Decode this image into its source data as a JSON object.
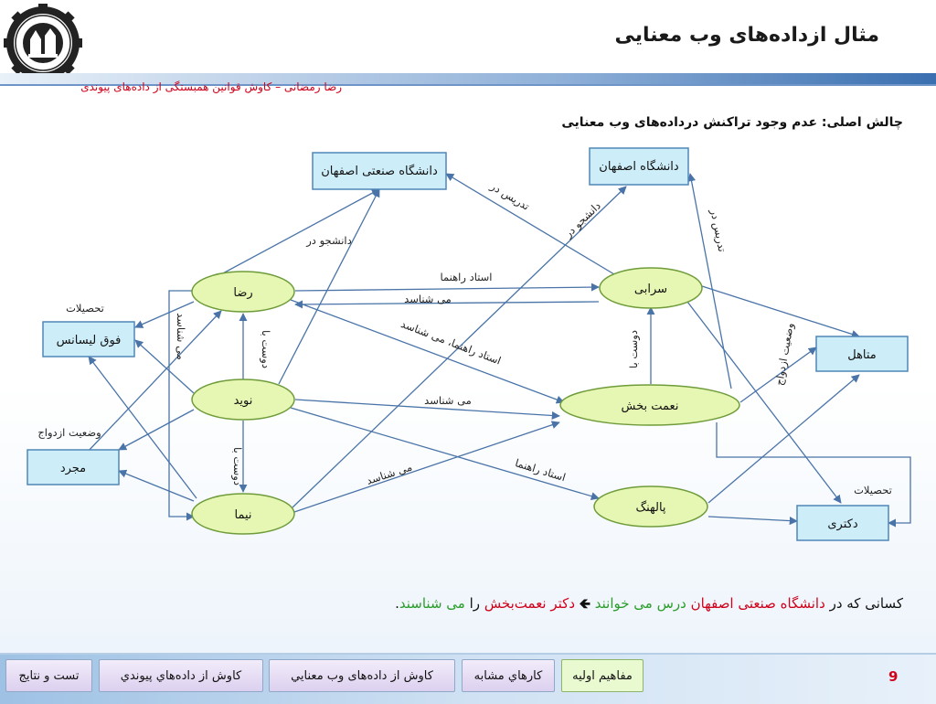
{
  "header": {
    "title": "مثال ازداده‌های وب معنایی",
    "subtitle": "رضا رمضانی – کاوش قوانین همبستگی از داده‌های پیوندی"
  },
  "challenge": "چالش اصلی: عدم وجود تراکنش درداده‌های وب معنایی",
  "nodes": {
    "sharif": "دانشگاه صنعتی اصفهان",
    "isfahan": "دانشگاه اصفهان",
    "reza": "رضا",
    "sarabi": "سرابی",
    "foq": "فوق لیسانس",
    "navid": "نوید",
    "naemat": "نعمت بخش",
    "motahel": "متاهل",
    "mojarad": "مجرد",
    "nima": "نیما",
    "palhang": "پالهنگ",
    "doctori": "دکتری"
  },
  "edge_labels": {
    "tadris1": "تدریس در",
    "daneshjoo1": "دانشجو در",
    "daneshjoo2": "دانشجو در",
    "tadris2": "تدریس در",
    "ostad1": "استاد راهنما",
    "mishenasad1": "می شناسد",
    "ostad2": "استاد راهنما، می شناسد",
    "tahsilat1": "تحصیلات",
    "mishenasad2": "می شناسد",
    "doostba1": "دوست با",
    "doostba2": "دوست با",
    "mishenasad3": "می شناسد",
    "vaziat": "وضعیت ازدواج",
    "doostba3": "دوست با",
    "ostad3": "استاد راهنما",
    "mishenasad4": "می شناسد",
    "vaziat2": "وضعیت ازدواج",
    "tahsilat2": "تحصیلات"
  },
  "query": {
    "p1": "کسانی که در",
    "p2": "دانشگاه صنعتی اصفهان",
    "p3": "درس می خوانند",
    "arrow": "🡸",
    "p4": "دکتر نعمت‌بخش",
    "p5": "را",
    "p6": "می شناسند",
    "p7": "."
  },
  "nav": {
    "items": [
      "مفاهيم اوليه",
      "كارهاي مشابه",
      "كاوش از داده‌های وب معنايي",
      "كاوش از داده‌هاي پيوندي",
      "تست و نتايج"
    ],
    "page": "9"
  },
  "colors": {
    "accent_red": "#d0021b",
    "accent_green": "#2a9d2a",
    "rect_fill": "#cdeef9",
    "ellipse_fill": "#e6f6b3"
  },
  "icons": {
    "logo": "university-gear-logo-icon"
  }
}
